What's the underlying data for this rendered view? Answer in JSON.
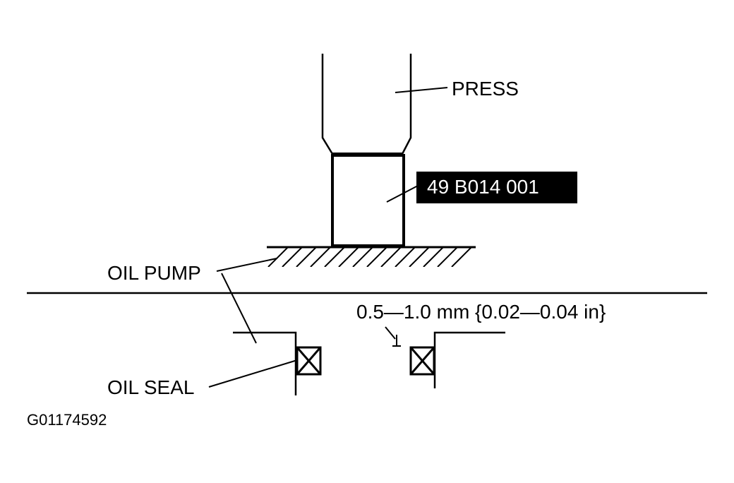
{
  "labels": {
    "press": "PRESS",
    "tool_number": "49 B014 001",
    "oil_pump": "OIL PUMP",
    "oil_seal": "OIL SEAL",
    "dimension": "0.5—1.0 mm {0.02—0.04 in}",
    "figure_id": "G01174592"
  }
}
